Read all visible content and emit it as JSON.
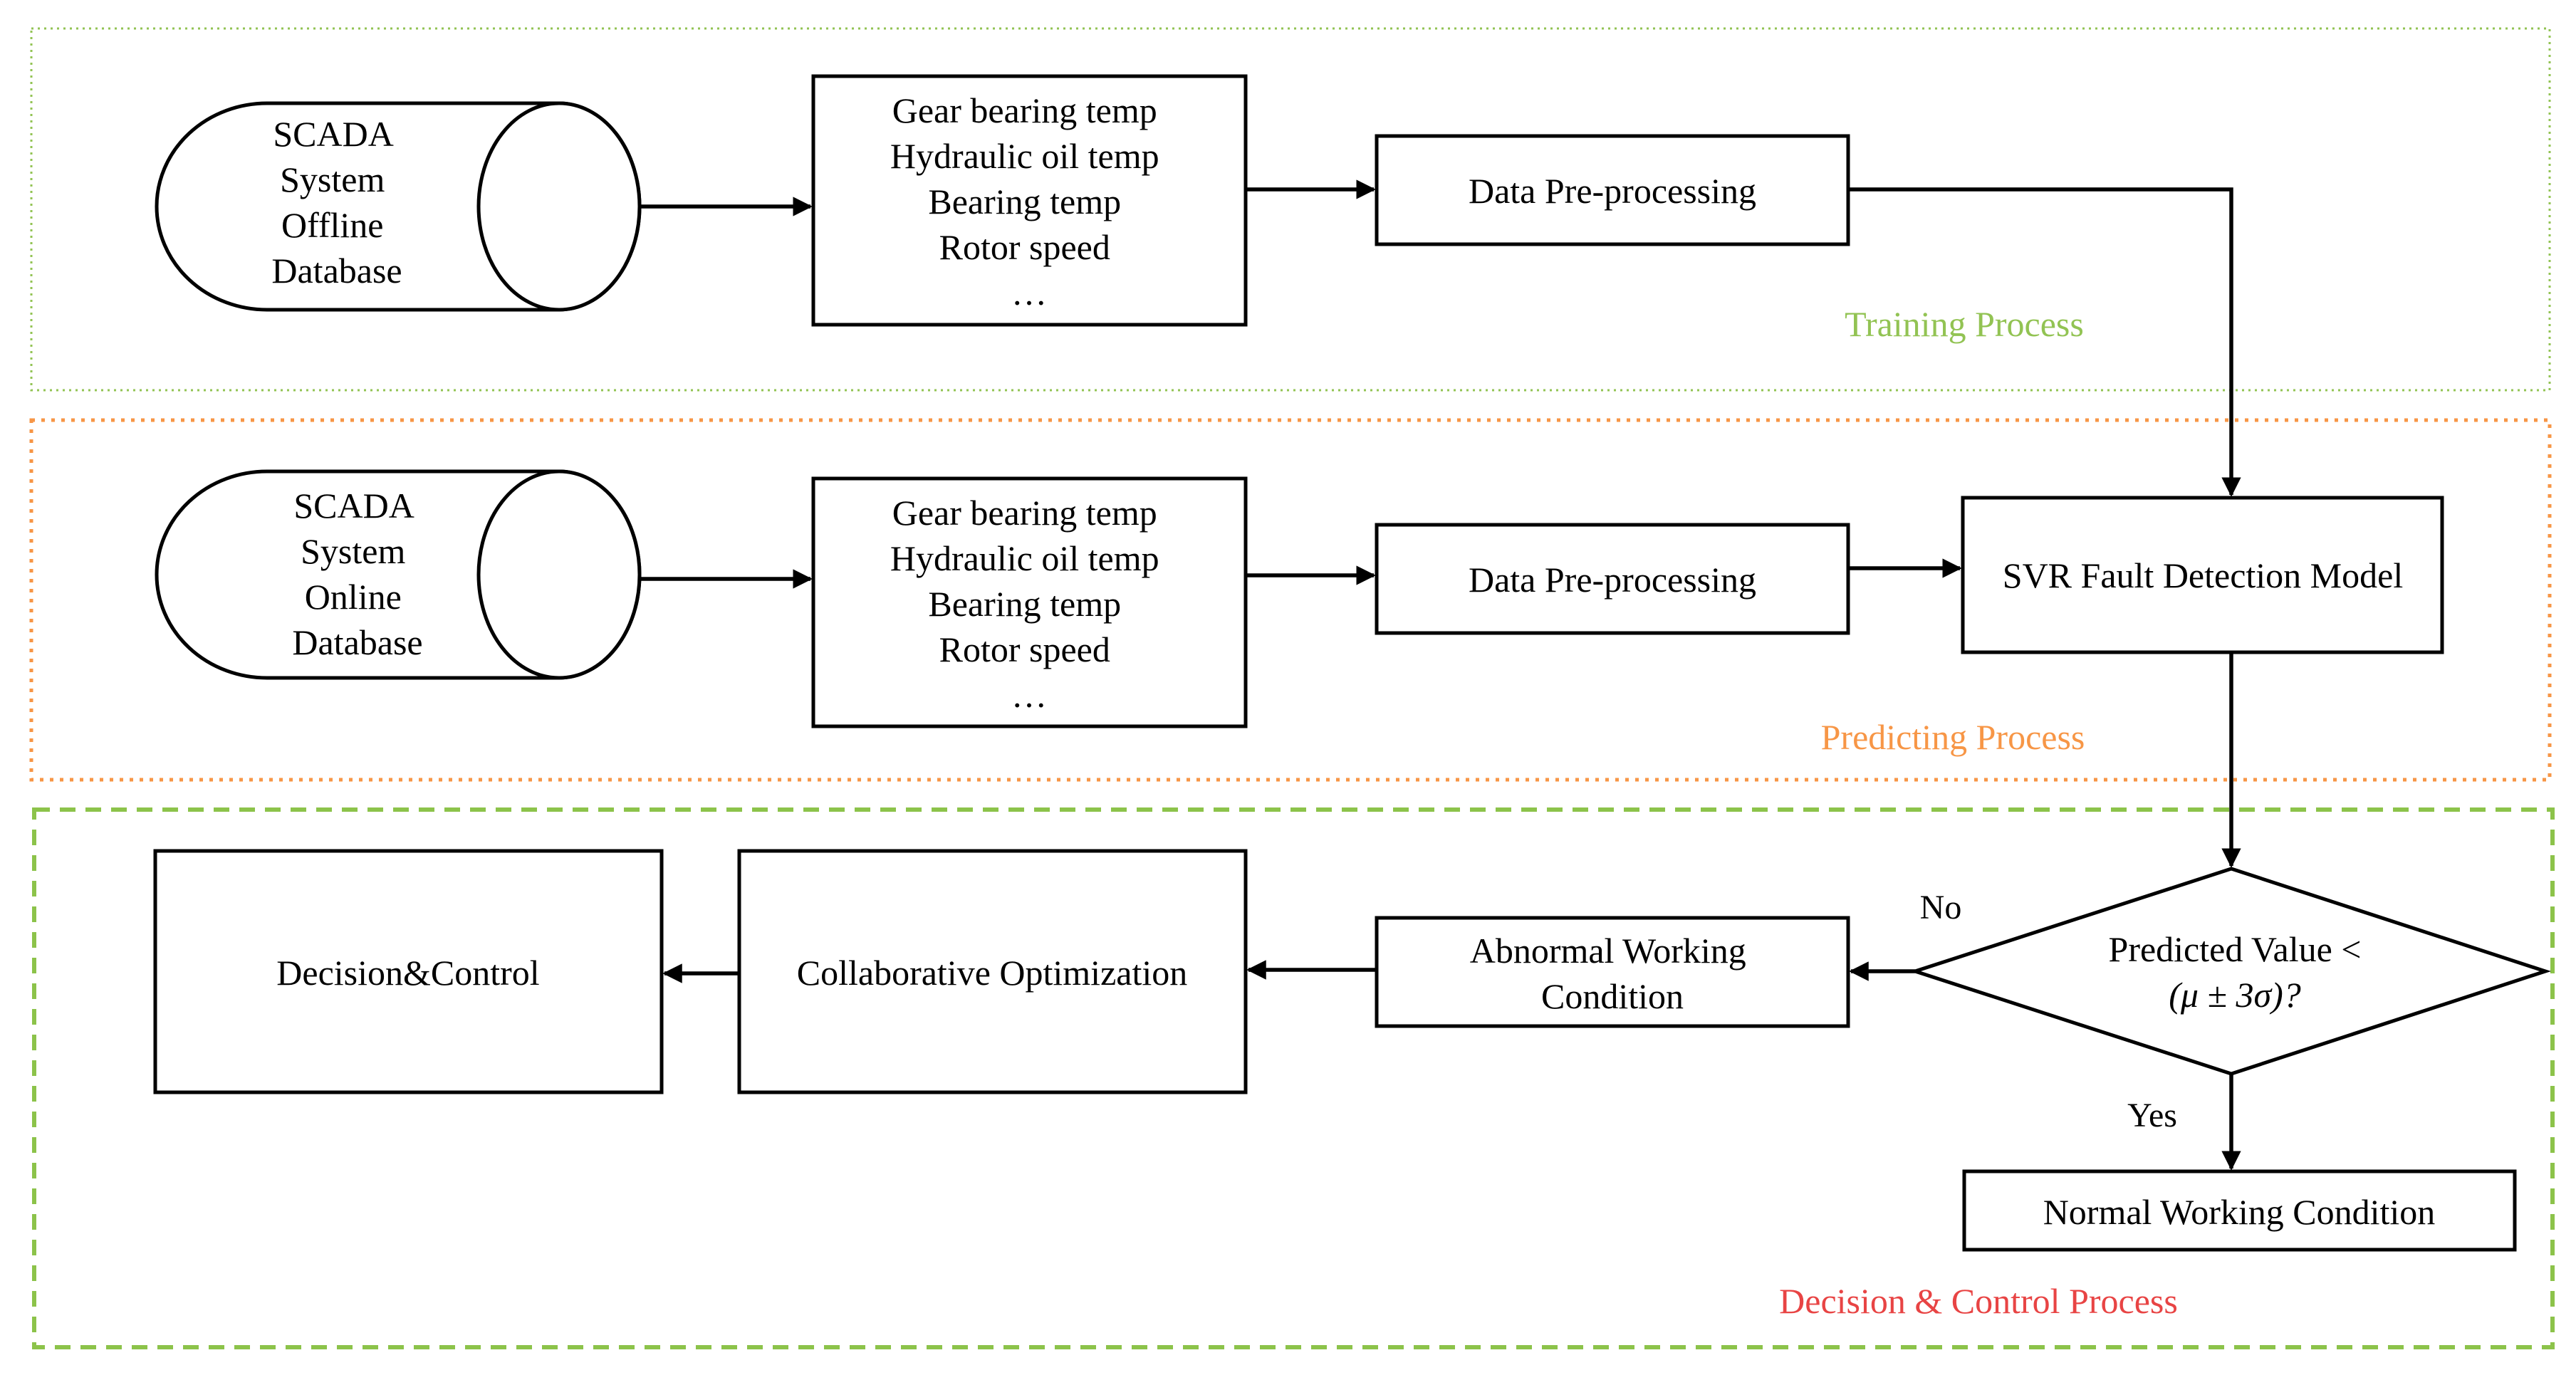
{
  "regions": {
    "training": {
      "label": "Training Process",
      "color": "#92c353"
    },
    "predicting": {
      "label": "Predicting Process",
      "color": "#f79646"
    },
    "decision": {
      "label": "Decision & Control Process",
      "color": "#e84444",
      "border_color": "#8cc34a"
    }
  },
  "training": {
    "database": [
      "SCADA",
      "System",
      "Offline",
      "Database"
    ],
    "features": [
      "Gear bearing temp",
      "Hydraulic oil temp",
      "Bearing temp",
      "Rotor speed",
      "…"
    ],
    "preprocess": "Data Pre-processing"
  },
  "predicting": {
    "database": [
      "SCADA",
      "System",
      "Online",
      "Database"
    ],
    "features": [
      "Gear bearing temp",
      "Hydraulic oil temp",
      "Bearing temp",
      "Rotor speed",
      "…"
    ],
    "preprocess": "Data Pre-processing",
    "model": "SVR Fault  Detection Model"
  },
  "decision": {
    "condition_line1": "Predicted Value <",
    "condition_line2": "(μ ± 3σ)?",
    "no_label": "No",
    "yes_label": "Yes",
    "abnormal": [
      "Abnormal  Working",
      "Condition"
    ],
    "normal": "Normal  Working Condition",
    "optimization": "Collaborative  Optimization",
    "control": "Decision&Control"
  }
}
